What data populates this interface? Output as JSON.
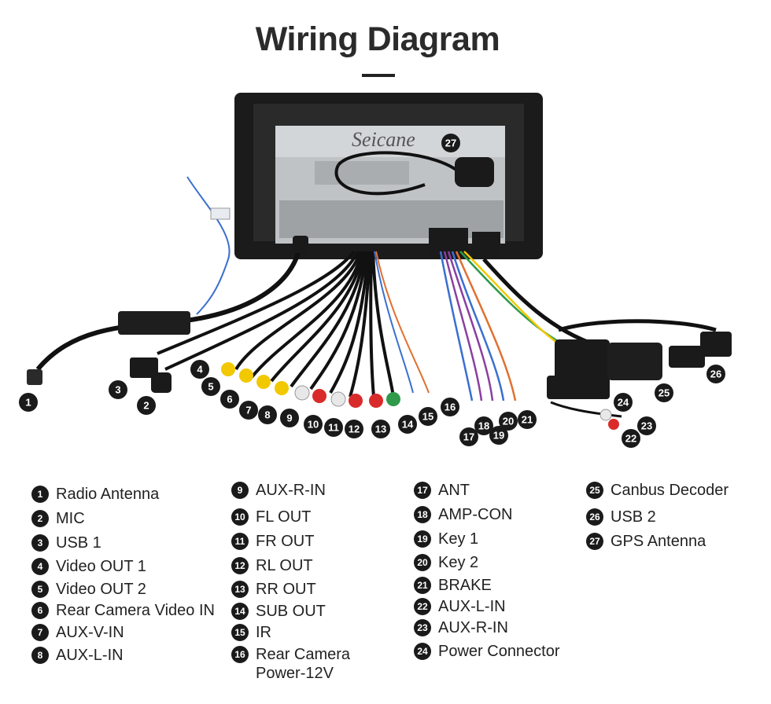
{
  "title": "Wiring Diagram",
  "brand": "Seicane",
  "callouts": [
    "1",
    "2",
    "3",
    "4",
    "5",
    "6",
    "7",
    "8",
    "9",
    "10",
    "11",
    "12",
    "13",
    "14",
    "15",
    "16",
    "17",
    "18",
    "19",
    "20",
    "21",
    "22",
    "23",
    "24",
    "25",
    "26",
    "27"
  ],
  "legend": [
    {
      "num": "1",
      "label": "Radio Antenna"
    },
    {
      "num": "2",
      "label": "MIC"
    },
    {
      "num": "3",
      "label": "USB 1"
    },
    {
      "num": "4",
      "label": "Video OUT 1"
    },
    {
      "num": "5",
      "label": "Video OUT 2"
    },
    {
      "num": "6",
      "label": "Rear Camera Video IN"
    },
    {
      "num": "7",
      "label": "AUX-V-IN"
    },
    {
      "num": "8",
      "label": "AUX-L-IN"
    },
    {
      "num": "9",
      "label": "AUX-R-IN"
    },
    {
      "num": "10",
      "label": "FL OUT"
    },
    {
      "num": "11",
      "label": "FR OUT"
    },
    {
      "num": "12",
      "label": "RL OUT"
    },
    {
      "num": "13",
      "label": "RR OUT"
    },
    {
      "num": "14",
      "label": "SUB OUT"
    },
    {
      "num": "15",
      "label": "IR"
    },
    {
      "num": "16",
      "label": "Rear Camera\nPower-12V"
    },
    {
      "num": "17",
      "label": "ANT"
    },
    {
      "num": "18",
      "label": "AMP-CON"
    },
    {
      "num": "19",
      "label": "Key 1"
    },
    {
      "num": "20",
      "label": "Key 2"
    },
    {
      "num": "21",
      "label": "BRAKE"
    },
    {
      "num": "22",
      "label": "AUX-L-IN"
    },
    {
      "num": "23",
      "label": "AUX-R-IN"
    },
    {
      "num": "24",
      "label": "Power Connector"
    },
    {
      "num": "25",
      "label": "Canbus Decoder"
    },
    {
      "num": "26",
      "label": "USB 2"
    },
    {
      "num": "27",
      "label": "GPS Antenna"
    }
  ]
}
